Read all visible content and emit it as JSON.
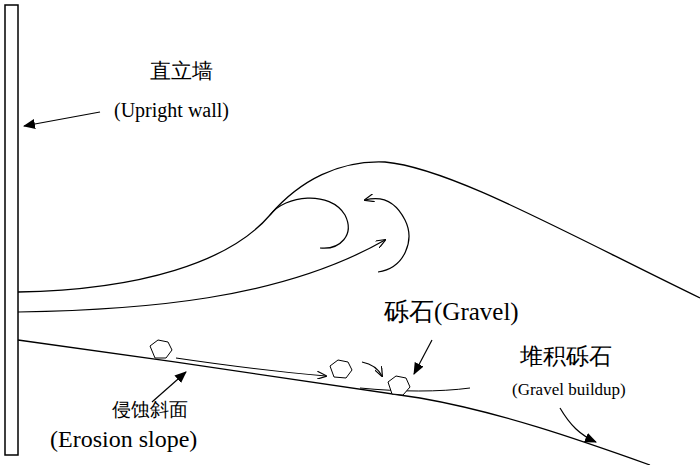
{
  "diagram": {
    "labels": [
      "直立墙",
      "(Upright wall)",
      "砾石(Gravel)",
      "堆积砾石",
      "(Gravel buildup)",
      "侵蚀斜面",
      "(Erosion slope)"
    ]
  }
}
